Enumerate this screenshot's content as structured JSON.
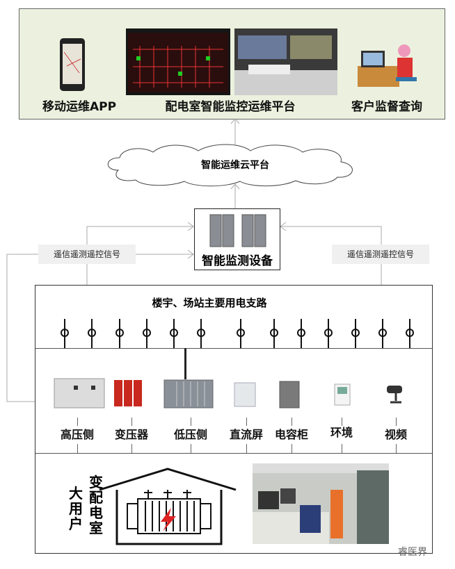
{
  "top_panel": {
    "labels": [
      "移动运维APP",
      "配电室智能监控运维平台",
      "客户监督查询"
    ]
  },
  "cloud": {
    "label": "智能运维云平台"
  },
  "device": {
    "label": "智能监测设备"
  },
  "signals": {
    "left": "遥信遥测遥控信号",
    "right": "遥信遥测遥控信号"
  },
  "branches": {
    "title": "楼宇、场站主要用电支路"
  },
  "equipment": [
    "高压侧",
    "变压器",
    "低压侧",
    "直流屏",
    "电容柜",
    "环境",
    "视频"
  ],
  "substation": {
    "user": "大用户",
    "room": "变配电室"
  },
  "watermark": "睿医界"
}
